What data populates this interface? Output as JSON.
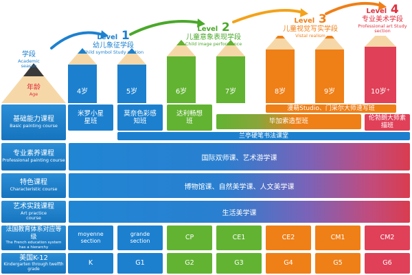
{
  "levels": [
    {
      "label": "Level",
      "num": "1",
      "cn": "幼儿象征学段",
      "en": "Child symbol Study section"
    },
    {
      "label": "Level",
      "num": "2",
      "cn": "儿童意象表现学段",
      "en": "Child image performance"
    },
    {
      "label": "Level",
      "num": "3",
      "cn": "儿童视觉写实学段",
      "en": "Vistal realism"
    },
    {
      "label": "Level",
      "num": "4",
      "cn": "专业美术学段",
      "en": "Professional art Study section"
    }
  ],
  "corner": {
    "cn": "学段",
    "en": "Academic season",
    "age_cn": "年龄",
    "age_en": "Age"
  },
  "ages": [
    "4岁",
    "5岁",
    "6岁",
    "7岁",
    "8岁",
    "9岁",
    "10岁⁺"
  ],
  "rows": {
    "basic": {
      "cn": "基础能力课程",
      "en": "Basic painting course"
    },
    "professional": {
      "cn": "专业素养课程",
      "en": "Professional painting course"
    },
    "characteristic": {
      "cn": "特色课程",
      "en": "Characteristic course"
    },
    "art": {
      "cn": "艺术实践课程",
      "en": "Art practice course"
    },
    "french": {
      "cn": "法国教育体系对应等级",
      "en": "The French education system has a hierarchy"
    },
    "us": {
      "cn": "美国K-12",
      "en": "Kindergarten through twelfth grade"
    }
  },
  "basic_courses": {
    "miro": "米罗小星星班",
    "monet": "莫奈色彩感知班",
    "dali": "达利畅想班",
    "manhua": "漫萌Studio、门采尔大师速写班",
    "picasso": "毕加索造型班",
    "rembrandt": "伦勃朗大师素描班",
    "lanting": "兰亭硬笔书法课堂"
  },
  "bars": {
    "professional": "国际双师课、艺术游学课",
    "characteristic": "博物馆课、自然美学课、人文美学课",
    "art": "生活美学课"
  },
  "french_levels": [
    "moyenne section",
    "grande section",
    "CP",
    "CE1",
    "CE2",
    "CM1",
    "CM2"
  ],
  "us_levels": [
    "K",
    "G1",
    "G2",
    "G3",
    "G4",
    "G5",
    "G6"
  ],
  "colors": {
    "blue": "#1c80cf",
    "green": "#62b332",
    "orange": "#ef7f17",
    "red": "#e04058",
    "level_blue": "#1c80cf",
    "level_green": "#4aa82a",
    "level_orange": "#ef7f17",
    "level_red": "#e0303f"
  }
}
